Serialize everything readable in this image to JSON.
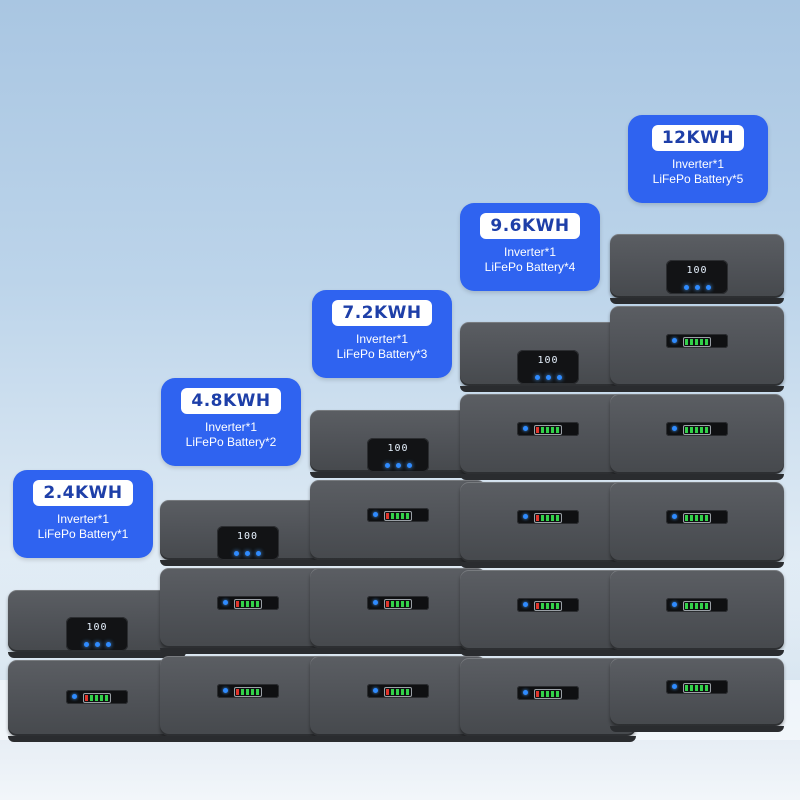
{
  "scene": {
    "background_color": "#bcd4ea",
    "unit_color": "#505358",
    "accent_blue": "#2f63f0"
  },
  "stacks": [
    {
      "capacity": "2.4KWH",
      "inverter": "Inverter*1",
      "battery": "LiFePo Battery*1",
      "inverter_count": 1,
      "battery_count": 1,
      "display": "100"
    },
    {
      "capacity": "4.8KWH",
      "inverter": "Inverter*1",
      "battery": "LiFePo Battery*2",
      "inverter_count": 1,
      "battery_count": 2,
      "display": "100"
    },
    {
      "capacity": "7.2KWH",
      "inverter": "Inverter*1",
      "battery": "LiFePo Battery*3",
      "inverter_count": 1,
      "battery_count": 3,
      "display": "100"
    },
    {
      "capacity": "9.6KWH",
      "inverter": "Inverter*1",
      "battery": "LiFePo Battery*4",
      "inverter_count": 1,
      "battery_count": 4,
      "display": "100"
    },
    {
      "capacity": "12KWH",
      "inverter": "Inverter*1",
      "battery": "LiFePo Battery*5",
      "inverter_count": 1,
      "battery_count": 5,
      "display": "100"
    }
  ]
}
